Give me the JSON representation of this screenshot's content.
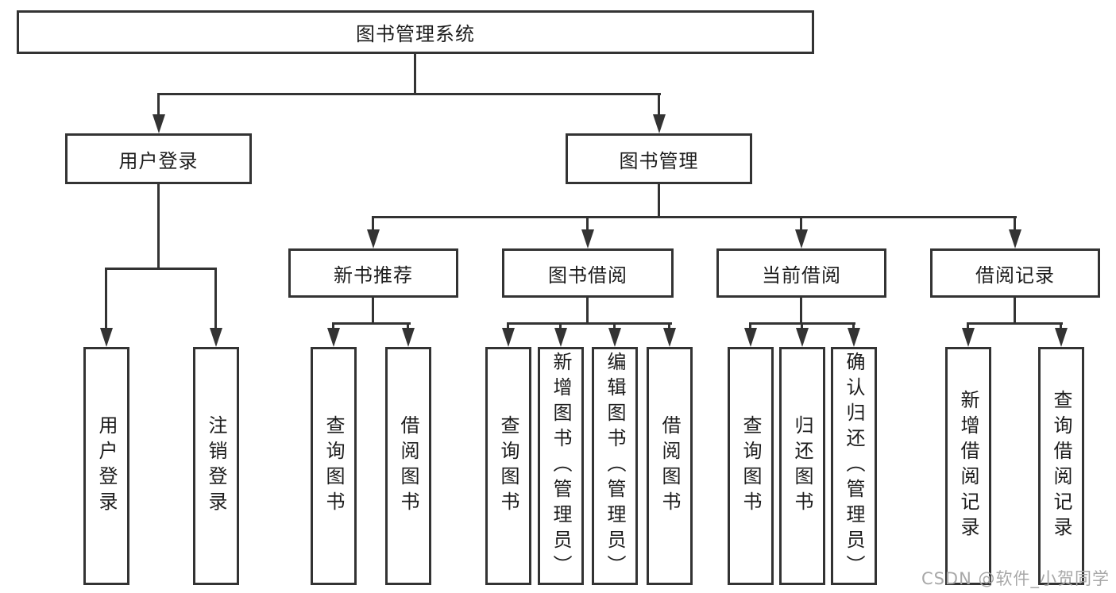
{
  "diagram": {
    "root": {
      "label": "图书管理系统"
    },
    "branches": [
      {
        "label": "用户登录",
        "leaves": [
          {
            "label": "用户登录"
          },
          {
            "label": "注销登录"
          }
        ]
      },
      {
        "label": "图书管理",
        "groups": [
          {
            "label": "新书推荐",
            "leaves": [
              {
                "label": "查询图书"
              },
              {
                "label": "借阅图书"
              }
            ]
          },
          {
            "label": "图书借阅",
            "leaves": [
              {
                "label": "查询图书"
              },
              {
                "label": "新增图书（管理员）"
              },
              {
                "label": "编辑图书（管理员）"
              },
              {
                "label": "借阅图书"
              }
            ]
          },
          {
            "label": "当前借阅",
            "leaves": [
              {
                "label": "查询图书"
              },
              {
                "label": "归还图书"
              },
              {
                "label": "确认归还（管理员）"
              }
            ]
          },
          {
            "label": "借阅记录",
            "leaves": [
              {
                "label": "新增借阅记录"
              },
              {
                "label": "查询借阅记录"
              }
            ]
          }
        ]
      }
    ]
  },
  "watermark": {
    "text": "CSDN @软件_小贺同学"
  },
  "colors": {
    "border": "#333333",
    "text": "#1c1c1c",
    "line": "#333333",
    "watermark": "#a8a8a8",
    "background": "#ffffff"
  }
}
